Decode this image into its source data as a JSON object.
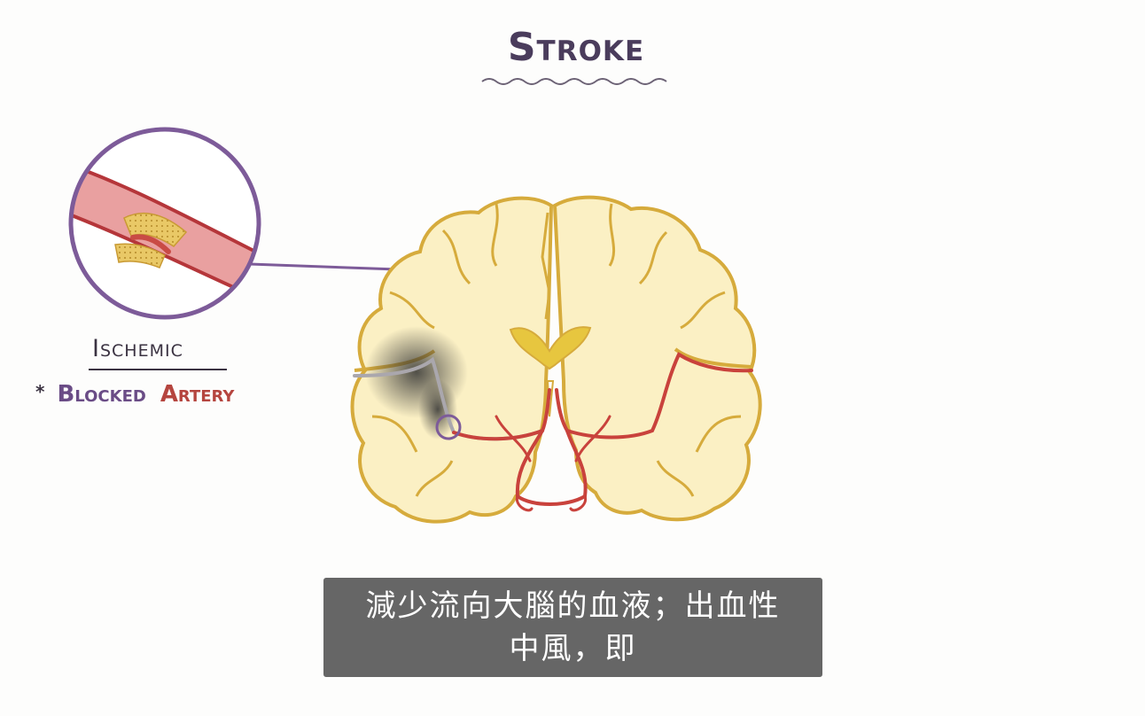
{
  "title": "Stroke",
  "zoom_label": "Ischemic",
  "note": {
    "bullet": "*",
    "word1": "Blocked",
    "word2": "Artery"
  },
  "subtitle": {
    "line1": "減少流向大腦的血液；出血性",
    "line2": "中風，即"
  },
  "colors": {
    "brain_fill": "#fbf0c4",
    "brain_outline": "#d6ab3c",
    "artery": "#c9423c",
    "lens_ring": "#7d5b99",
    "title_ink": "#4a3c5c",
    "subtitle_bg": "#606060"
  }
}
